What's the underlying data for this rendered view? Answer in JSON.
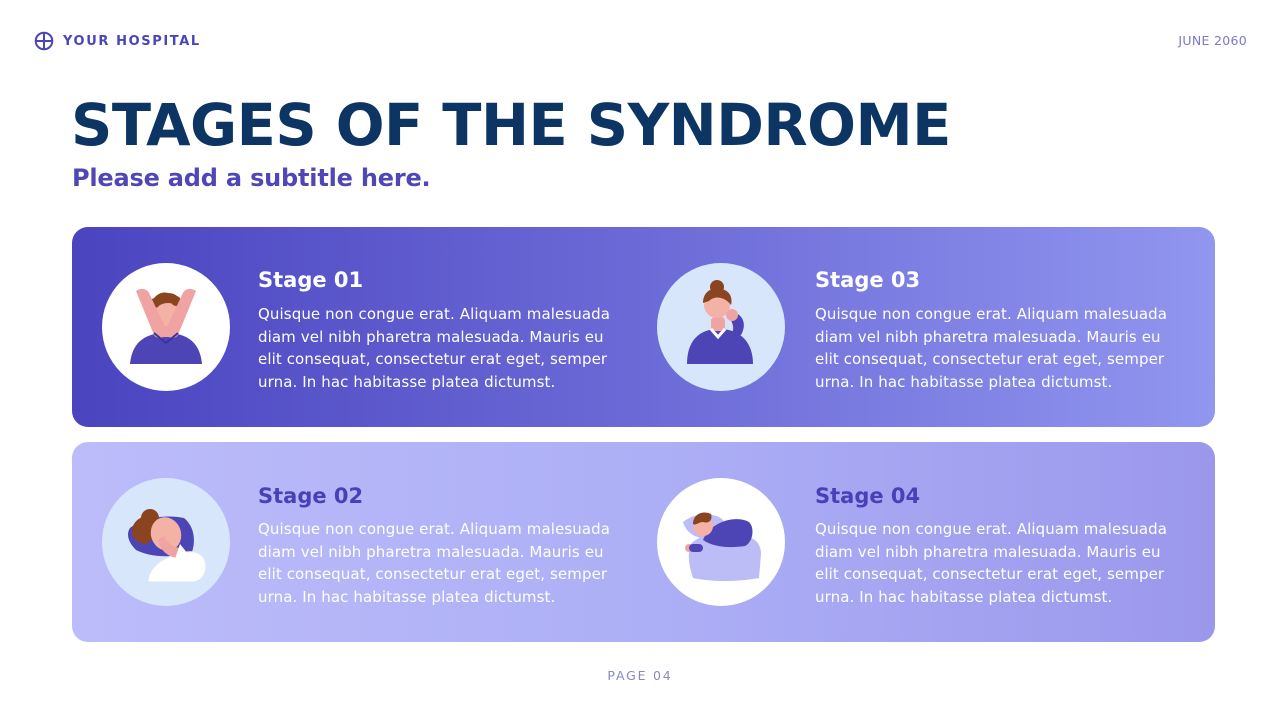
{
  "header": {
    "brand": "YOUR HOSPITAL",
    "logo_icon": "plus-circle-logo-icon",
    "date": "JUNE 2060"
  },
  "title": "STAGES OF THE SYNDROME",
  "subtitle": "Please add a subtitle here.",
  "stages": [
    {
      "title": "Stage 01",
      "text": "Quisque non congue erat. Aliquam malesuada diam vel nibh pharetra malesuada. Mauris eu elit consequat, consectetur erat eget, semper urna. In hac habitasse platea dictumst.",
      "icon": "person-throat-pain-icon"
    },
    {
      "title": "Stage 02",
      "text": "Quisque non congue erat. Aliquam malesuada diam vel nibh pharetra malesuada. Mauris eu elit consequat, consectetur erat eget, semper urna. In hac habitasse platea dictumst.",
      "icon": "person-lying-on-pillow-icon"
    },
    {
      "title": "Stage 03",
      "text": "Quisque non congue erat. Aliquam malesuada diam vel nibh pharetra malesuada. Mauris eu elit consequat, consectetur erat eget, semper urna. In hac habitasse platea dictumst.",
      "icon": "person-coughing-icon"
    },
    {
      "title": "Stage 04",
      "text": "Quisque non congue erat. Aliquam malesuada diam vel nibh pharetra malesuada. Mauris eu elit consequat, consectetur erat eget, semper urna. In hac habitasse platea dictumst.",
      "icon": "person-in-bed-icon"
    }
  ],
  "footer": {
    "page": "PAGE 04"
  },
  "colors": {
    "title": "#0c3563",
    "accent": "#4f47b5",
    "panel_top_start": "#4a44bf",
    "panel_top_end": "#9196ef",
    "panel_bottom_start": "#bcbcfa",
    "panel_bottom_end": "#9b98ec"
  }
}
